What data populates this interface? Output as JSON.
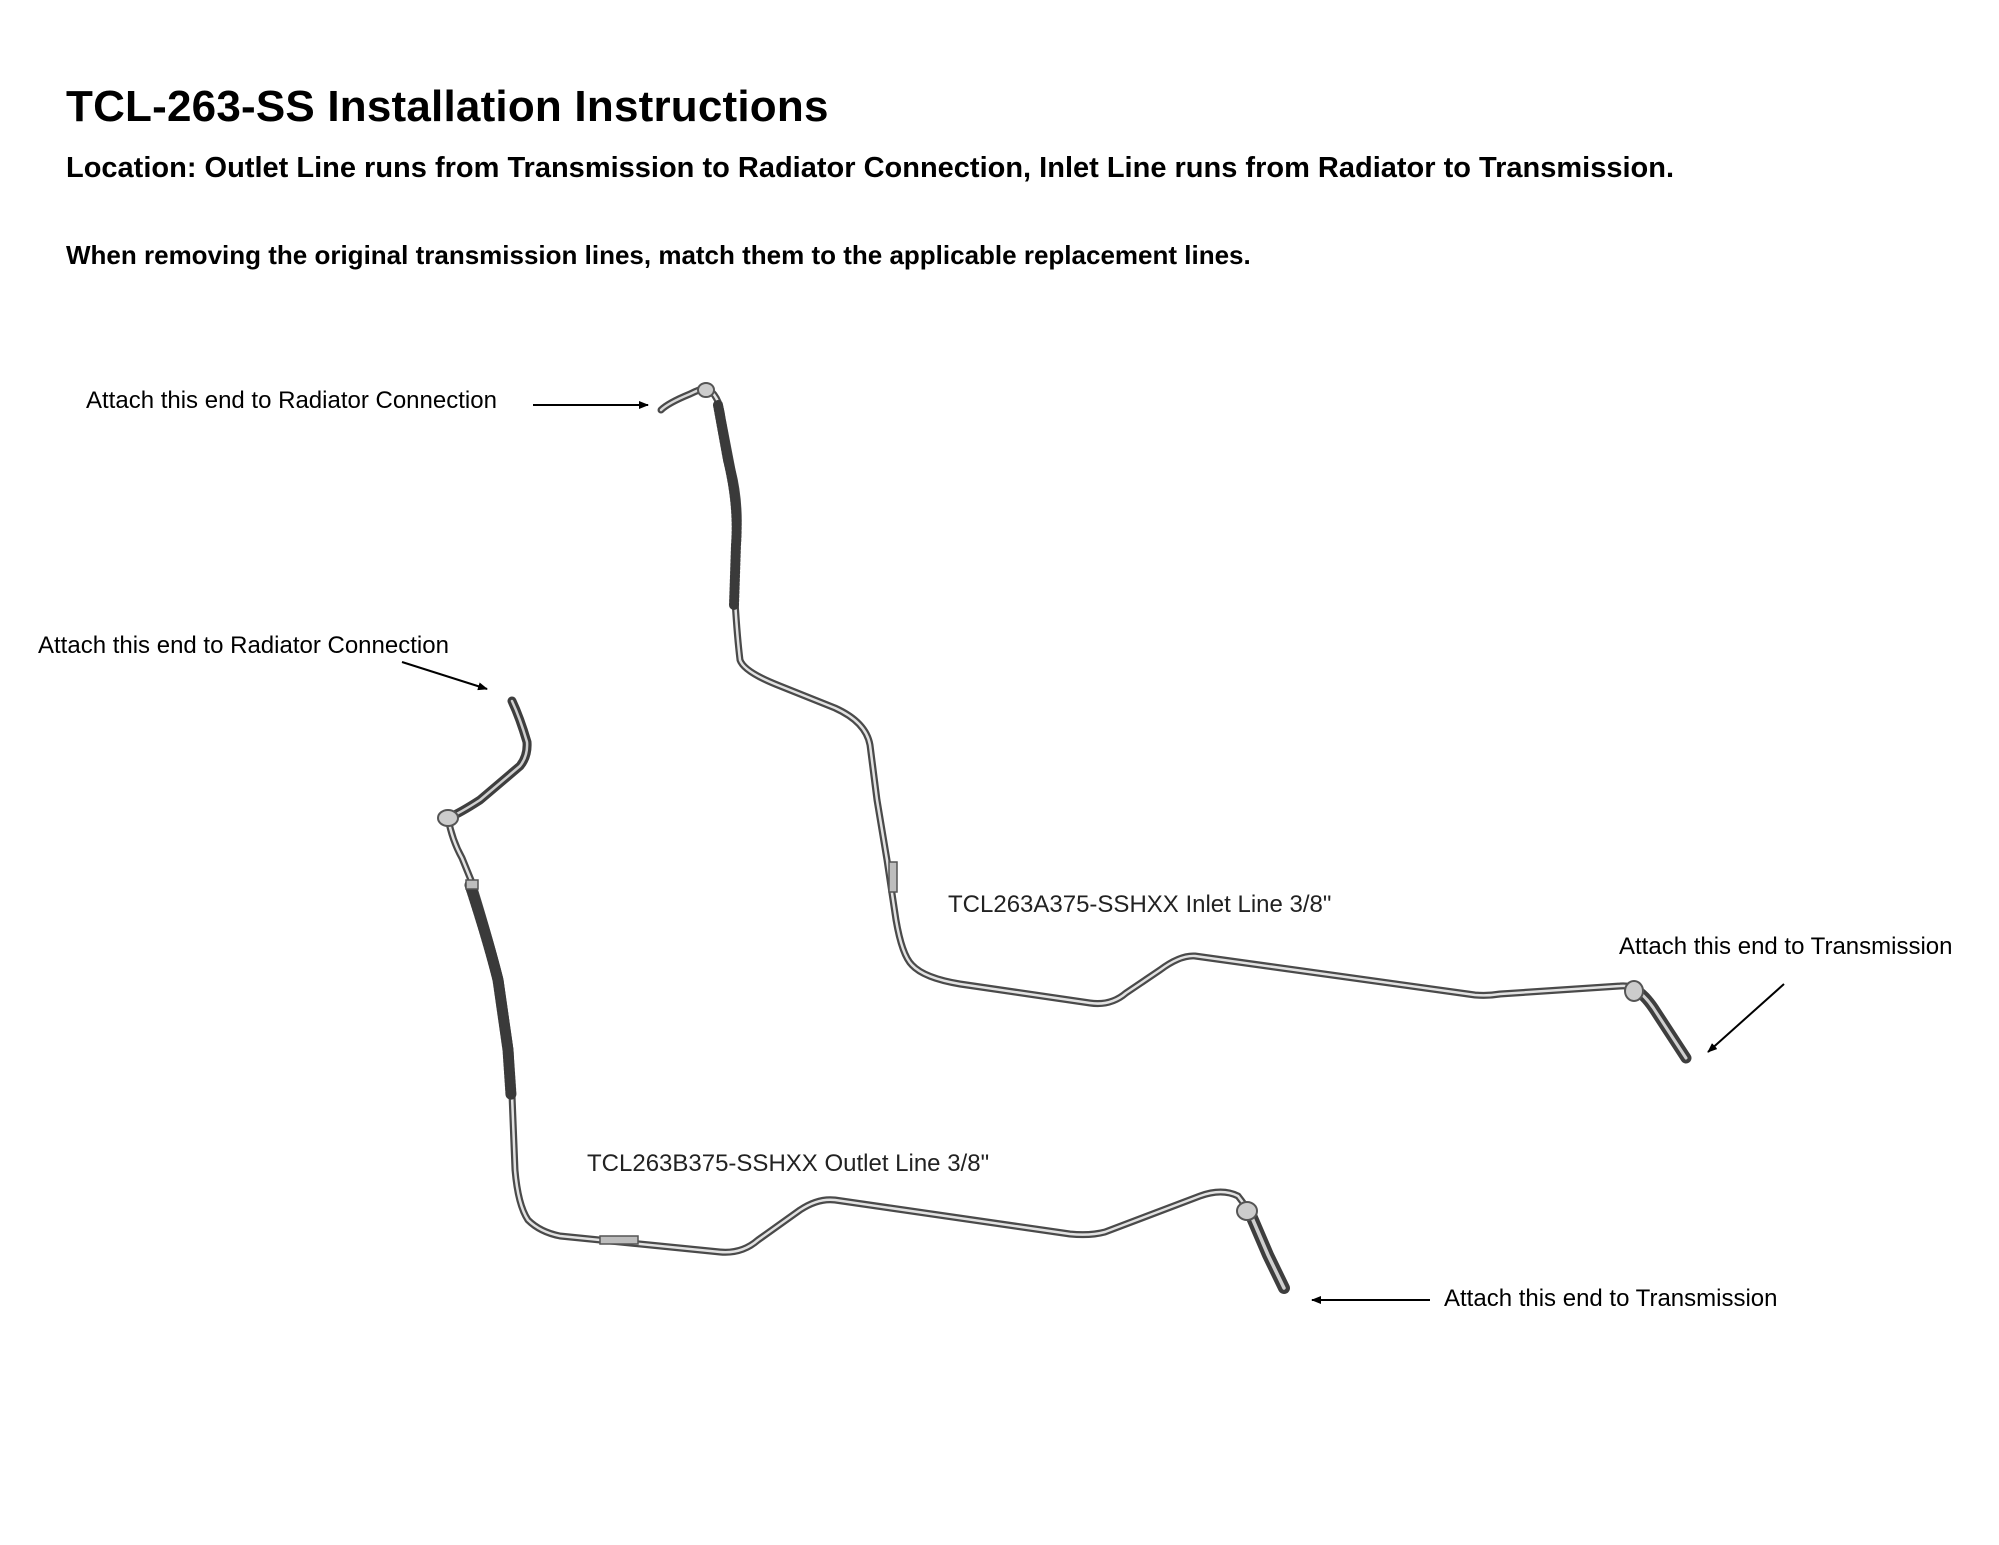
{
  "header": {
    "title": "TCL-263-SS Installation Instructions",
    "location": "Location: Outlet Line runs from Transmission to Radiator Connection, Inlet Line runs from Radiator to Transmission.",
    "instruction": "When removing the original transmission lines, match them to the applicable replacement lines."
  },
  "callouts": {
    "inlet_radiator": "Attach this end to Radiator Connection",
    "outlet_radiator": "Attach this end to Radiator Connection",
    "inlet_transmission": "Attach this end to Transmission",
    "outlet_transmission": "Attach this end to Transmission"
  },
  "lines": {
    "inlet_label": "TCL263A375-SSHXX  Inlet Line 3/8\"",
    "outlet_label": "TCL263B375-SSHXX Outlet Line 3/8\""
  },
  "colors": {
    "tube_dark": "#4a4a4a",
    "tube_light": "#c9c9c9",
    "arrow": "#000000"
  }
}
